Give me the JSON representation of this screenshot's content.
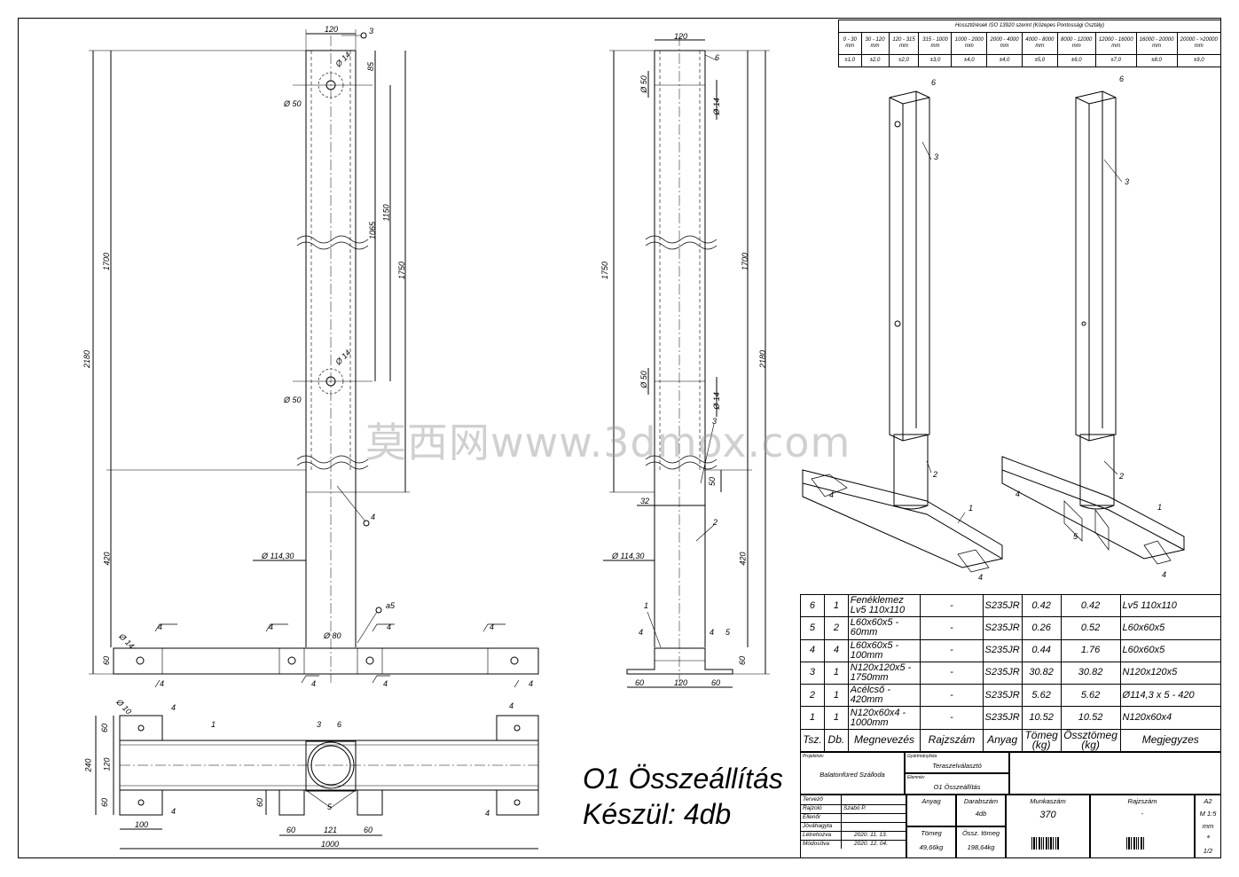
{
  "tolerance_table": {
    "title": "Hossztűrések ISO 13920 szerint (Közepes Pontossági Osztály)",
    "ranges": [
      "0 - 30 mm",
      "30 - 120 mm",
      "120 - 315 mm",
      "315 - 1000 mm",
      "1000 - 2000 mm",
      "2000 - 4000 mm",
      "4000 - 8000 mm",
      "8000 - 12000 mm",
      "12000 - 16000 mm",
      "16000 - 20000 mm",
      "20000 - >20000 mm"
    ],
    "values": [
      "±1,0",
      "±2,0",
      "±2,0",
      "±3,0",
      "±4,0",
      "±4,0",
      "±5,0",
      "±6,0",
      "±7,0",
      "±8,0",
      "±9,0"
    ]
  },
  "bom": {
    "headers": [
      "Tsz.",
      "Db.",
      "Megnevezés",
      "Rajzszám",
      "Anyag",
      "Tömeg (kg)",
      "Össztömeg (kg)",
      "Megjegyzes"
    ],
    "rows": [
      [
        "6",
        "1",
        "Fenéklemez Lv5 110x110",
        "-",
        "S235JR",
        "0.42",
        "0.42",
        "Lv5 110x110"
      ],
      [
        "5",
        "2",
        "L60x60x5 - 60mm",
        "-",
        "S235JR",
        "0.26",
        "0.52",
        "L60x60x5"
      ],
      [
        "4",
        "4",
        "L60x60x5 - 100mm",
        "-",
        "S235JR",
        "0.44",
        "1.76",
        "L60x60x5"
      ],
      [
        "3",
        "1",
        "N120x120x5 - 1750mm",
        "-",
        "S235JR",
        "30.82",
        "30.82",
        "N120x120x5"
      ],
      [
        "2",
        "1",
        "Acélcső - 420mm",
        "-",
        "S235JR",
        "5.62",
        "5.62",
        "Ø114,3 x 5 - 420"
      ],
      [
        "1",
        "1",
        "N120x60x4 - 1000mm",
        "-",
        "S235JR",
        "10.52",
        "10.52",
        "N120x60x4"
      ]
    ]
  },
  "title_block": {
    "projekt_label": "Projektnév",
    "projekt": "Balatonfüred Szálloda",
    "osszeallitas_label": "Gyártmánylista",
    "osszeallitas": "Teraszelválasztó",
    "elem_label": "Elemnév",
    "elem": "O1 Összeállítás",
    "tervezo": "Tervező",
    "rajzolo": "Rajzoló",
    "rajzolo_name": "Szabó P.",
    "ellenorizte": "Ellenőr",
    "jovahagyta": "Jóváhagyta",
    "letrehozva": "Létrehozva",
    "letrehozva_date": "2020. 11. 13.",
    "modositva": "Módosítva",
    "modositva_date": "2020. 12. 04.",
    "anyag_label": "Anyag",
    "darabszam_label": "Darabszám",
    "darabszam": "4db",
    "munkaszam_label": "Munkaszám",
    "munkaszam": "370",
    "rajzszam_label": "Rajzszám",
    "rajzszam": "-",
    "tomeg_label": "Tömeg",
    "tomeg": "49,66kg",
    "ossz_tomeg_label": "Össz. tömeg",
    "ossz_tomeg": "198,64kg",
    "format": "A2",
    "scale": "M 1:5",
    "unit": "mm",
    "sheet": "1/2"
  },
  "assembly_title": "O1 Összeállítás",
  "quantity_note": "Készül: 4db",
  "watermark": "莫西网www.3dmox.com",
  "dims": {
    "w120": "120",
    "d2180": "2180",
    "d1700": "1700",
    "d420": "420",
    "d60": "60",
    "d85": "85",
    "d1150": "1150",
    "d1065": "1065",
    "d1750": "1750",
    "phi14": "Ø 14",
    "phi50": "Ø 50",
    "phi114": "Ø 114,30",
    "phi80": "Ø 80",
    "phi10": "Ø 10",
    "d50": "50",
    "d32": "32",
    "d240": "240",
    "d100": "100",
    "d121": "121",
    "d1000": "1000",
    "weld3": "3",
    "weld4": "4",
    "weld_a5": "a5",
    "p1": "1",
    "p2": "2",
    "p3": "3",
    "p4": "4",
    "p5": "5",
    "p6": "6"
  }
}
